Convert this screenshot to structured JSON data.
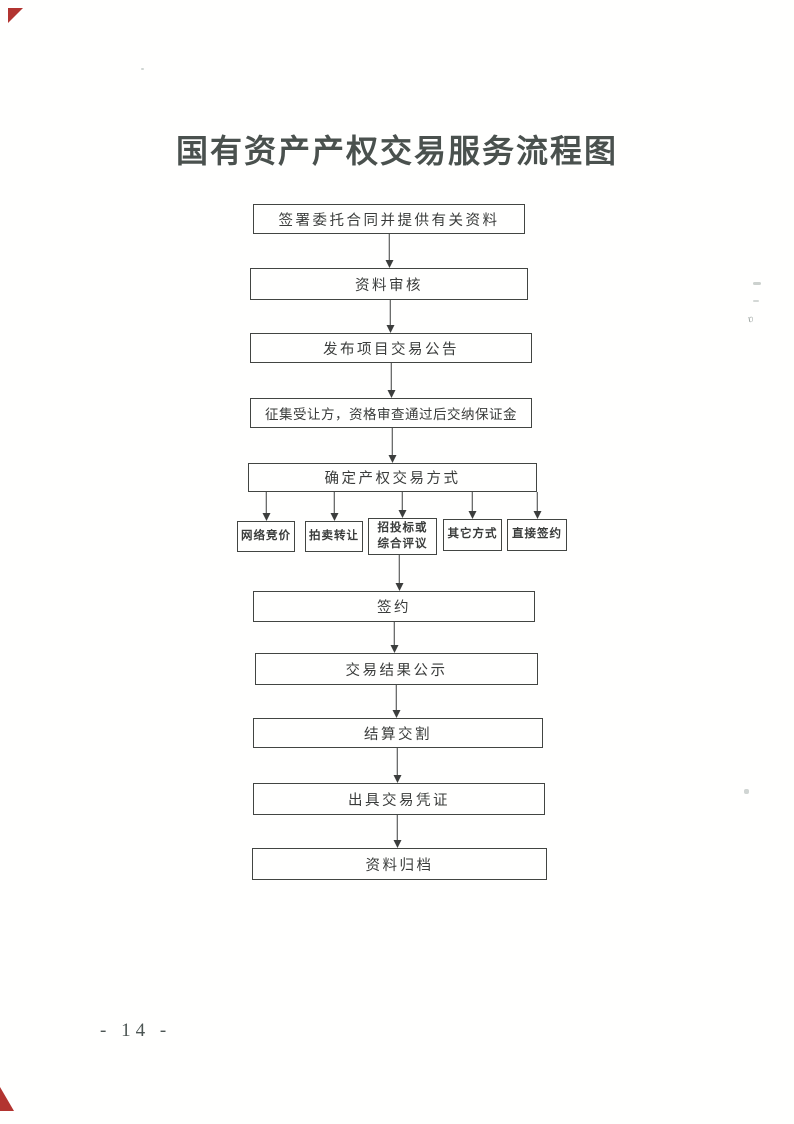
{
  "page": {
    "title": "国有资产产权交易服务流程图",
    "page_number": "- 14 -"
  },
  "flowchart": {
    "steps": [
      {
        "label": "签署委托合同并提供有关资料"
      },
      {
        "label": "资料审核"
      },
      {
        "label": "发布项目交易公告"
      },
      {
        "label": "征集受让方，资格审查通过后交纳保证金"
      },
      {
        "label": "确定产权交易方式"
      },
      {
        "label": "签约"
      },
      {
        "label": "交易结果公示"
      },
      {
        "label": "结算交割"
      },
      {
        "label": "出具交易凭证"
      },
      {
        "label": "资料归档"
      }
    ],
    "methods": [
      {
        "label": "网络竞价"
      },
      {
        "label": "拍卖转让"
      },
      {
        "label_line1": "招投标或",
        "label_line2": "综合评议"
      },
      {
        "label": "其它方式"
      },
      {
        "label": "直接签约"
      }
    ]
  }
}
